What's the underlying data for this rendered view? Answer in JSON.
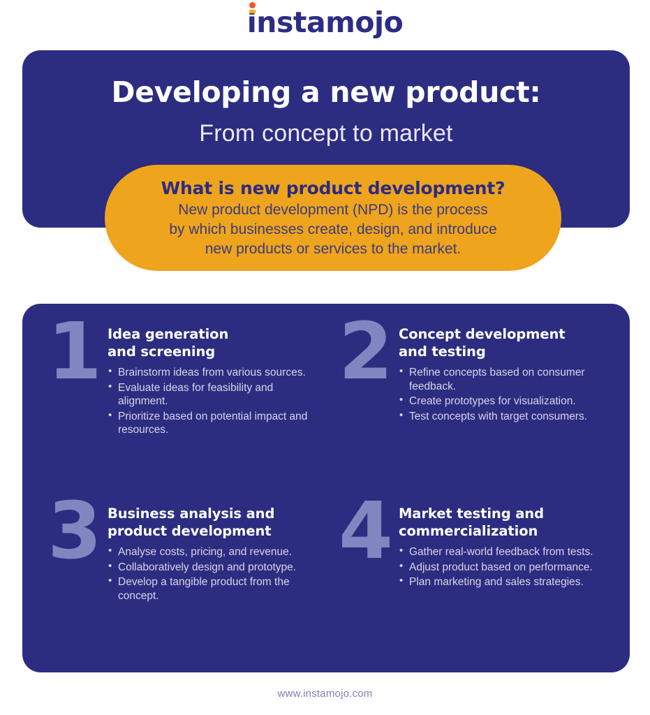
{
  "brand": {
    "logo_text": "instamojo",
    "logo_color": "#2D2D86",
    "logo_dot_color": "#F05A28",
    "logo_accent_color": "#F2B01E"
  },
  "header": {
    "title": "Developing a new product:",
    "subtitle": "From concept to market",
    "panel_color": "#2C2C81",
    "title_color": "#FFFFFF"
  },
  "callout": {
    "title": "What is new product development?",
    "lines": [
      "New product development (NPD) is the process",
      "by which businesses create, design, and introduce",
      "new products or services to the market."
    ],
    "background_color": "#EFA41D",
    "text_color": "#2C2C81"
  },
  "steps": {
    "number_color": "#8186C0",
    "bullet_color": "#D6D6EA",
    "items": [
      {
        "number": "1",
        "title_lines": [
          "Idea generation",
          "and screening"
        ],
        "bullets": [
          "Brainstorm ideas from various sources.",
          "Evaluate ideas for feasibility and alignment.",
          "Prioritize based on potential impact and resources."
        ]
      },
      {
        "number": "2",
        "title_lines": [
          "Concept development",
          "and testing"
        ],
        "bullets": [
          "Refine concepts based on consumer feedback.",
          "Create prototypes for visualization.",
          "Test concepts with target consumers."
        ]
      },
      {
        "number": "3",
        "title_lines": [
          "Business analysis and",
          "product development"
        ],
        "bullets": [
          "Analyse costs, pricing, and revenue.",
          "Collaboratively design and prototype.",
          "Develop a tangible product from the concept."
        ]
      },
      {
        "number": "4",
        "title_lines": [
          "Market testing and",
          "commercialization"
        ],
        "bullets": [
          "Gather real-world feedback from tests.",
          "Adjust product based on performance.",
          "Plan marketing and sales strategies."
        ]
      }
    ]
  },
  "footer": {
    "url": "www.instamojo.com"
  }
}
